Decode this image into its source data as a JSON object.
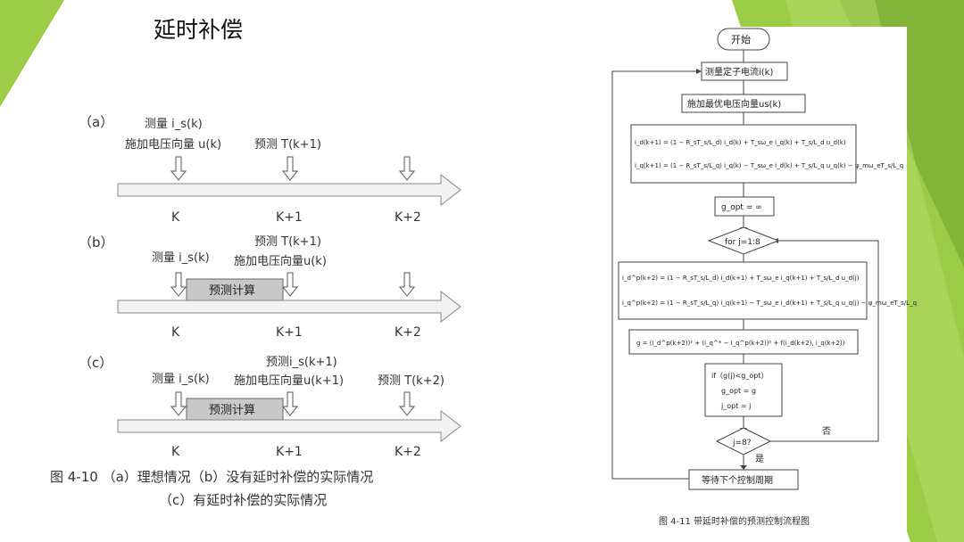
{
  "slide": {
    "title": "延时补偿"
  },
  "timeline": {
    "rows": [
      {
        "tag": "（a）",
        "texts": {
          "measure": "测量 i_s(k)",
          "apply": "施加电压向量 u(k)",
          "predict": "预测 T(k+1)"
        },
        "box": ""
      },
      {
        "tag": "（b）",
        "texts": {
          "measure": "测量 i_s(k)",
          "apply": "施加电压向量u(k)",
          "predict": "预测 T(k+1)"
        },
        "box": "预测计算"
      },
      {
        "tag": "（c）",
        "texts": {
          "measure": "测量 i_s(k)",
          "apply": "施加电压向量u(k+1)",
          "predict": "预测i_s(k+1)",
          "predict2": "预测 T(k+2)"
        },
        "box": "预测计算"
      }
    ],
    "ticks": [
      "K",
      "K+1",
      "K+2"
    ],
    "caption_line1": "图 4-10 （a）理想情况（b）没有延时补偿的实际情况",
    "caption_line2": "（c）有延时补偿的实际情况"
  },
  "flowchart": {
    "start": "开始",
    "measure": "测量定子电流i(k)",
    "apply": "施加最优电压向量us(k)",
    "eq1a": "i_d(k+1) = (1 − R_sT_s/L_d) i_d(k) + T_sω_e i_q(k) + T_s/L_d u_d(k)",
    "eq1b": "i_q(k+1) = (1 − R_sT_s/L_q) i_q(k) − T_sω_e i_d(k) + T_s/L_q u_q(k) − ψ_mω_eT_s/L_q",
    "init": "g_opt = ∞",
    "loop": "for j=1:8",
    "eq2a": "i_d^p(k+2) = (1 − R_sT_s/L_d) i_d(k+1) + T_sω_e i_q(k+1) + T_s/L_d u_d(j)",
    "eq2b": "i_q^p(k+2) = (1 − R_sT_s/L_q) i_q(k+1) − T_sω_e i_d(k+1) + T_s/L_q u_q(j) − ψ_mω_eT_s/L_q",
    "cost": "g = (i_d^p(k+2))² + (i_q^* − i_q^p(k+2))² + f(i_d(k+2), i_q(k+2))",
    "if1": "if（g(j)<g_opt）",
    "if2": "g_opt = g",
    "if3": "j_opt = j",
    "decision": "j=8?",
    "yes": "是",
    "no": "否",
    "wait": "等待下个控制周期",
    "caption": "图 4-11 带延时补偿的预测控制流程图"
  },
  "colors": {
    "green_light": "#9ccc45",
    "green_dark": "#6aa330",
    "box_fill": "#c8c8c8",
    "arrow_fill": "#f2f2f2"
  }
}
